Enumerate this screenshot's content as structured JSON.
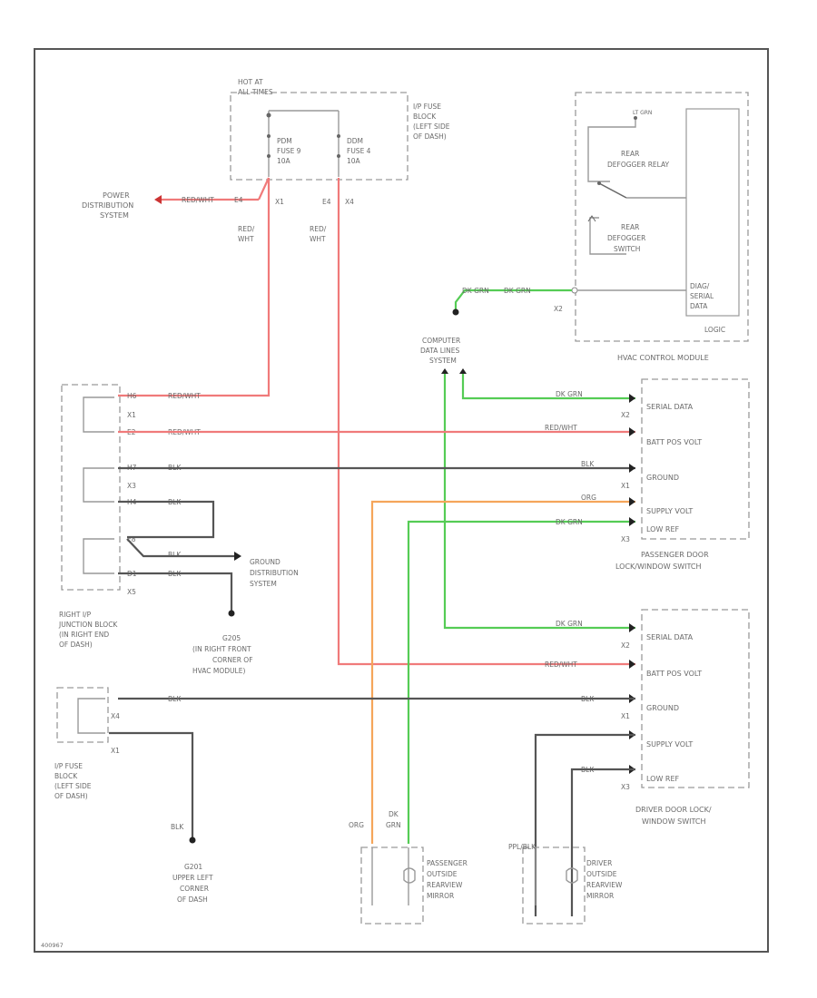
{
  "hot_at": [
    "HOT AT",
    "ALL TIMES"
  ],
  "ip_fuse_block_top": [
    "I/P FUSE",
    "BLOCK",
    "(LEFT SIDE",
    "OF DASH)"
  ],
  "fuse_left": [
    "PDM",
    "FUSE 9",
    "10A"
  ],
  "fuse_right": [
    "DDM",
    "FUSE 4",
    "10A"
  ],
  "fuse_circuits": {
    "left_conn": "X1",
    "left_circuit": "E4",
    "right_circuit": "E4",
    "right_conn": "X4"
  },
  "power_distribution": [
    "POWER",
    "DISTRIBUTION",
    "SYSTEM"
  ],
  "power_wire": {
    "color": "RED/WHT",
    "circuit": "E4"
  },
  "red_wht_left": [
    "RED/",
    "WHT"
  ],
  "red_wht_right": [
    "RED/",
    "WHT"
  ],
  "hvac": {
    "ltgrn": "LT GRN",
    "rear_defogger_relay": [
      "REAR",
      "DEFOGGER RELAY"
    ],
    "rear_defogger_switch": [
      "REAR",
      "DEFOGGER",
      "SWITCH"
    ],
    "serial_data": [
      "DIAG/",
      "SERIAL",
      "DATA"
    ],
    "conn": "X2",
    "wire_label": "DK GRN",
    "wire_label2": "DK GRN",
    "logic": "LOGIC",
    "title": "HVAC CONTROL MODULE"
  },
  "computer_data_lines": [
    "COMPUTER",
    "DATA LINES",
    "SYSTEM"
  ],
  "rjb": {
    "left_labels": [
      "X1",
      "X3",
      "X5"
    ],
    "pins": [
      "H6",
      "E2",
      "H7",
      "H4",
      "E8",
      "D1"
    ],
    "wires": [
      "RED/WHT",
      "RED/WHT",
      "BLK",
      "BLK",
      "BLK",
      "BLK"
    ],
    "title": [
      "RIGHT I/P",
      "JUNCTION BLOCK",
      "(IN RIGHT END",
      "OF DASH)"
    ]
  },
  "ground_distribution": [
    "GROUND",
    "DISTRIBUTION",
    "SYSTEM"
  ],
  "g205": [
    "G205",
    "(IN RIGHT FRONT",
    "CORNER OF",
    "HVAC MODULE)"
  ],
  "pass_switch": {
    "pins": [
      "SERIAL DATA",
      "BATT POS VOLT",
      "GROUND",
      "SUPPLY VOLT",
      "LOW REF"
    ],
    "wires": [
      "DK GRN",
      "RED/WHT",
      "BLK",
      "ORG",
      "DK GRN"
    ],
    "conns": [
      "X2",
      "X1",
      "X3"
    ],
    "title": [
      "PASSENGER DOOR",
      "LOCK/WINDOW SWITCH"
    ]
  },
  "drv_switch": {
    "pins": [
      "SERIAL DATA",
      "BATT POS VOLT",
      "GROUND",
      "SUPPLY VOLT",
      "LOW REF"
    ],
    "wires": [
      "DK GRN",
      "RED/WHT",
      "BLK",
      "BLK"
    ],
    "conns": [
      "X2",
      "X1",
      "X3"
    ],
    "title": [
      "DRIVER DOOR LOCK/",
      "WINDOW SWITCH"
    ]
  },
  "ip_fuse_block_bottom": {
    "conns": [
      "X4",
      "X1"
    ],
    "wire": "BLK",
    "title": [
      "I/P FUSE",
      "BLOCK",
      "(LEFT SIDE",
      "OF DASH)"
    ]
  },
  "g201": {
    "wire": "BLK",
    "label": [
      "G201",
      "UPPER LEFT",
      "CORNER",
      "OF DASH"
    ]
  },
  "pass_mirror": {
    "wire_org": "ORG",
    "wire_grn": [
      "DK",
      "GRN"
    ],
    "label": [
      "PASSENGER",
      "OUTSIDE",
      "REARVIEW",
      "MIRROR"
    ]
  },
  "drv_mirror": {
    "wire": "PPL/BLK",
    "label": [
      "DRIVER",
      "OUTSIDE",
      "REARVIEW",
      "MIRROR"
    ]
  },
  "footer_code": "400967"
}
